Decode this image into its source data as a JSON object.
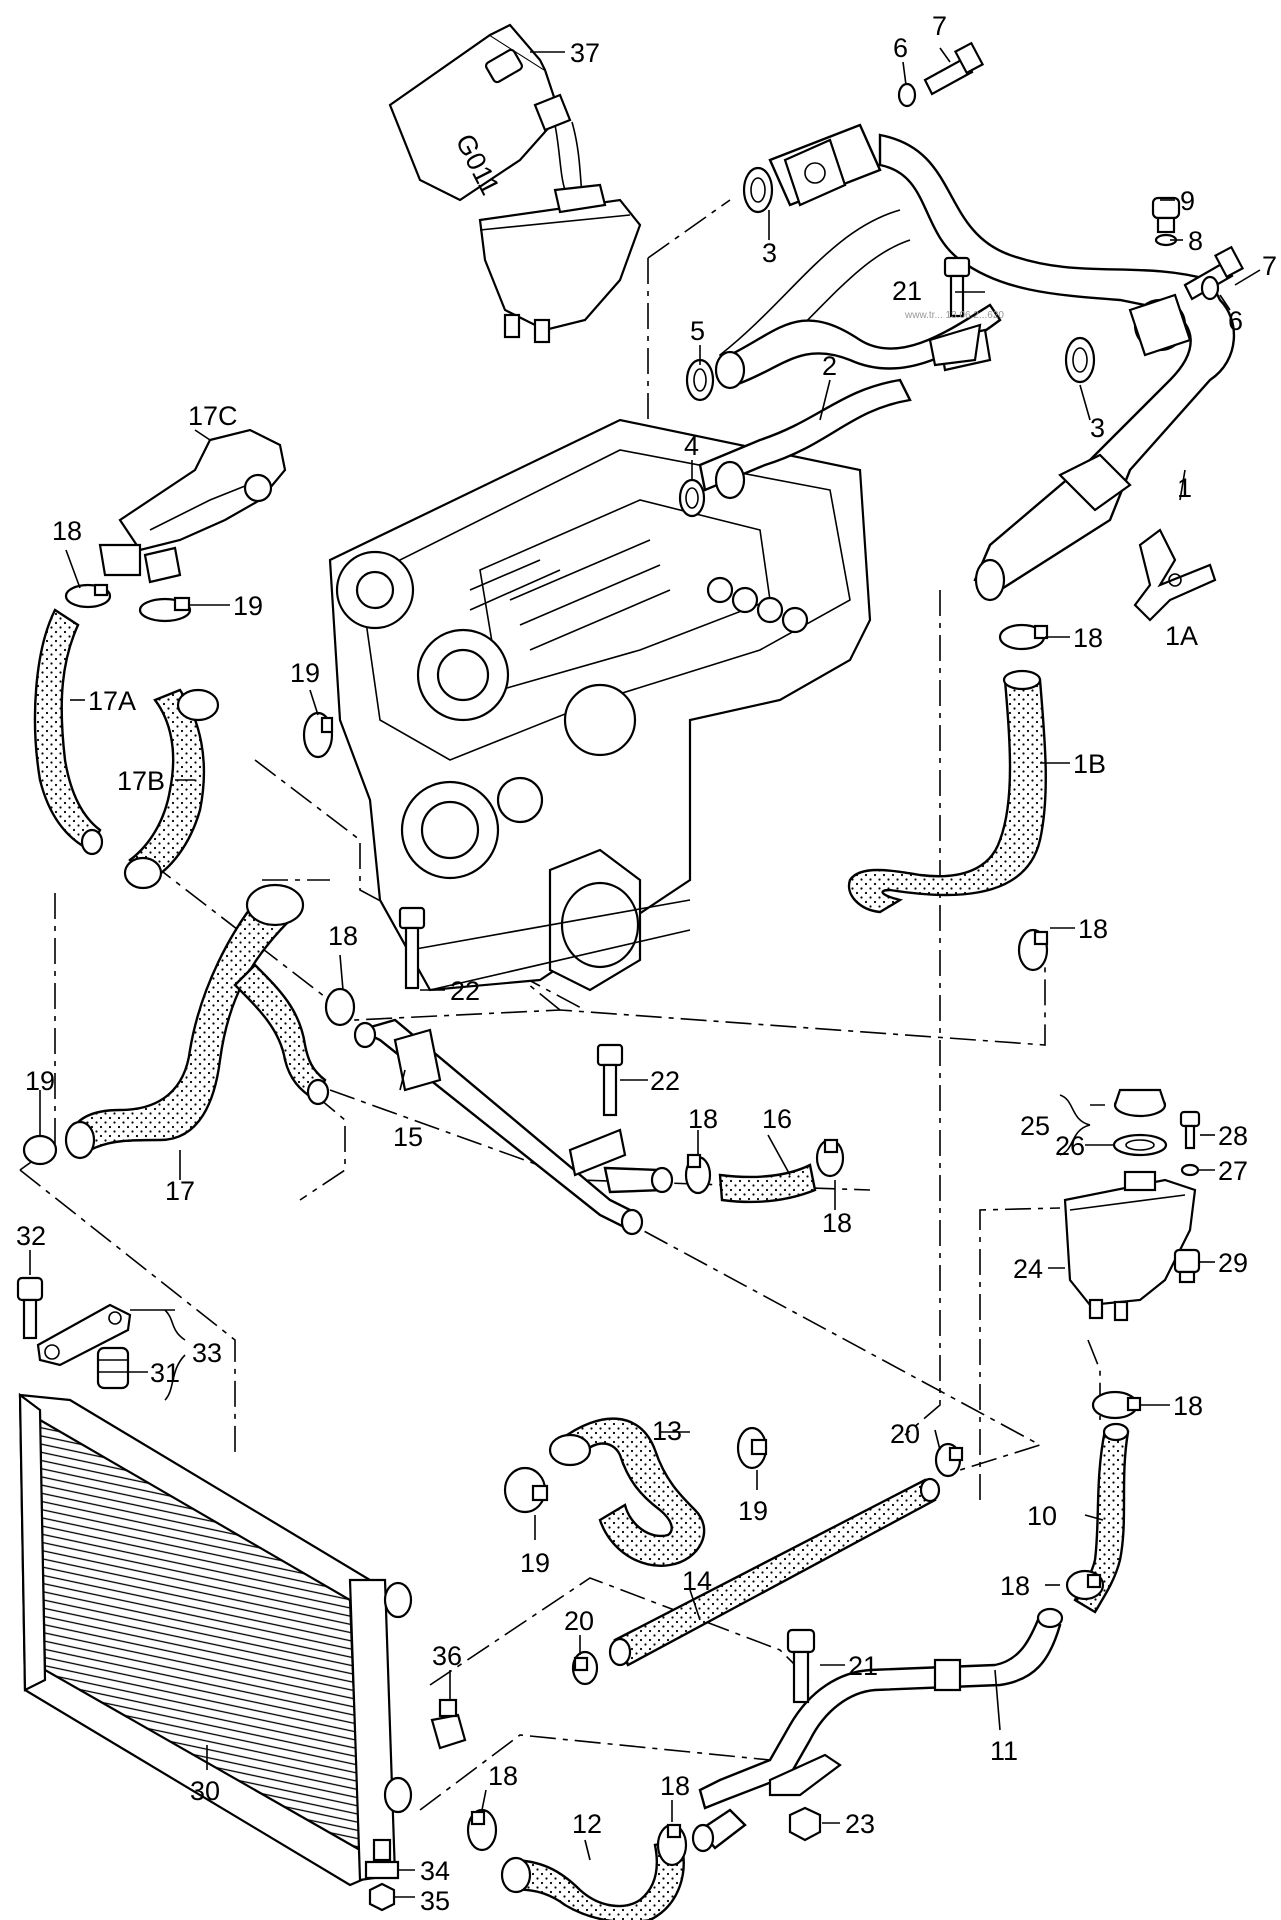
{
  "diagram": {
    "container_label": "G011",
    "watermark": "www.tr... 13.06.2...620"
  },
  "callouts": [
    {
      "id": "c37",
      "text": "37"
    },
    {
      "id": "c6a",
      "text": "6"
    },
    {
      "id": "c7a",
      "text": "7"
    },
    {
      "id": "c3a",
      "text": "3"
    },
    {
      "id": "c9",
      "text": "9"
    },
    {
      "id": "c8",
      "text": "8"
    },
    {
      "id": "c7b",
      "text": "7"
    },
    {
      "id": "c6b",
      "text": "6"
    },
    {
      "id": "c21a",
      "text": "21"
    },
    {
      "id": "c5",
      "text": "5"
    },
    {
      "id": "c2",
      "text": "2"
    },
    {
      "id": "c3b",
      "text": "3"
    },
    {
      "id": "c4",
      "text": "4"
    },
    {
      "id": "c1",
      "text": "1"
    },
    {
      "id": "c17C",
      "text": "17C"
    },
    {
      "id": "c18a",
      "text": "18"
    },
    {
      "id": "c19a",
      "text": "19"
    },
    {
      "id": "c1A",
      "text": "1A"
    },
    {
      "id": "c18b",
      "text": "18"
    },
    {
      "id": "c19b",
      "text": "19"
    },
    {
      "id": "c17A",
      "text": "17A"
    },
    {
      "id": "c1B",
      "text": "1B"
    },
    {
      "id": "c17B",
      "text": "17B"
    },
    {
      "id": "c18c",
      "text": "18"
    },
    {
      "id": "c18d",
      "text": "18"
    },
    {
      "id": "c22a",
      "text": "22"
    },
    {
      "id": "c22b",
      "text": "22"
    },
    {
      "id": "c19c",
      "text": "19"
    },
    {
      "id": "c15",
      "text": "15"
    },
    {
      "id": "c18e",
      "text": "18"
    },
    {
      "id": "c16",
      "text": "16"
    },
    {
      "id": "c17",
      "text": "17"
    },
    {
      "id": "c18f",
      "text": "18"
    },
    {
      "id": "c25",
      "text": "25"
    },
    {
      "id": "c26",
      "text": "26"
    },
    {
      "id": "c28",
      "text": "28"
    },
    {
      "id": "c27",
      "text": "27"
    },
    {
      "id": "c24",
      "text": "24"
    },
    {
      "id": "c29",
      "text": "29"
    },
    {
      "id": "c32",
      "text": "32"
    },
    {
      "id": "c33",
      "text": "33"
    },
    {
      "id": "c31",
      "text": "31"
    },
    {
      "id": "c13",
      "text": "13"
    },
    {
      "id": "c18g",
      "text": "18"
    },
    {
      "id": "c20a",
      "text": "20"
    },
    {
      "id": "c19d",
      "text": "19"
    },
    {
      "id": "c10",
      "text": "10"
    },
    {
      "id": "c19e",
      "text": "19"
    },
    {
      "id": "c14",
      "text": "14"
    },
    {
      "id": "c18h",
      "text": "18"
    },
    {
      "id": "c20b",
      "text": "20"
    },
    {
      "id": "c21b",
      "text": "21"
    },
    {
      "id": "c11",
      "text": "11"
    },
    {
      "id": "c36",
      "text": "36"
    },
    {
      "id": "c30",
      "text": "30"
    },
    {
      "id": "c18i",
      "text": "18"
    },
    {
      "id": "c12",
      "text": "12"
    },
    {
      "id": "c18j",
      "text": "18"
    },
    {
      "id": "c23",
      "text": "23"
    },
    {
      "id": "c34",
      "text": "34"
    },
    {
      "id": "c35",
      "text": "35"
    }
  ]
}
